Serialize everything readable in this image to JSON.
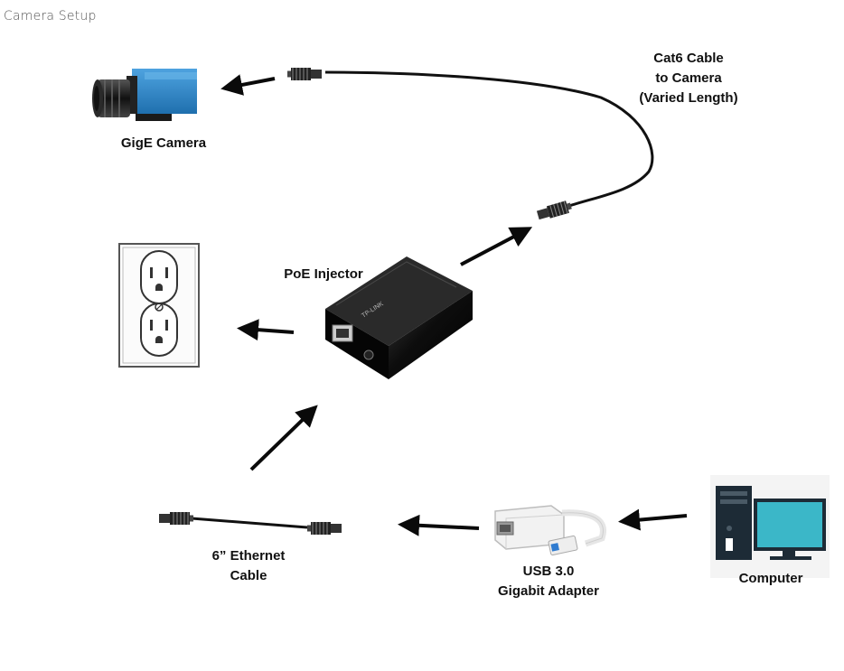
{
  "page": {
    "title": "Camera Setup"
  },
  "labels": {
    "gige_camera": "GigE Camera",
    "cat6_line1": "Cat6 Cable",
    "cat6_line2": "to Camera",
    "cat6_line3": "(Varied Length)",
    "poe_injector": "PoE Injector",
    "ethernet_line1": "6” Ethernet",
    "ethernet_line2": "Cable",
    "usb_line1": "USB 3.0",
    "usb_line2": "Gigabit Adapter",
    "computer": "Computer",
    "poe_brand": "TP-LINK"
  },
  "colors": {
    "camera_body": "#2f86c8",
    "lens": "#1a1a1a",
    "injector": "#0c0c0c",
    "monitor_screen": "#3bb7c8",
    "tower": "#1d2b36",
    "arrow": "#0a0a0a"
  },
  "icons": [
    "gige-camera-icon",
    "cat6-cable-icon",
    "poe-injector-icon",
    "wall-outlet-icon",
    "ethernet-cable-icon",
    "usb-adapter-icon",
    "computer-icon"
  ]
}
